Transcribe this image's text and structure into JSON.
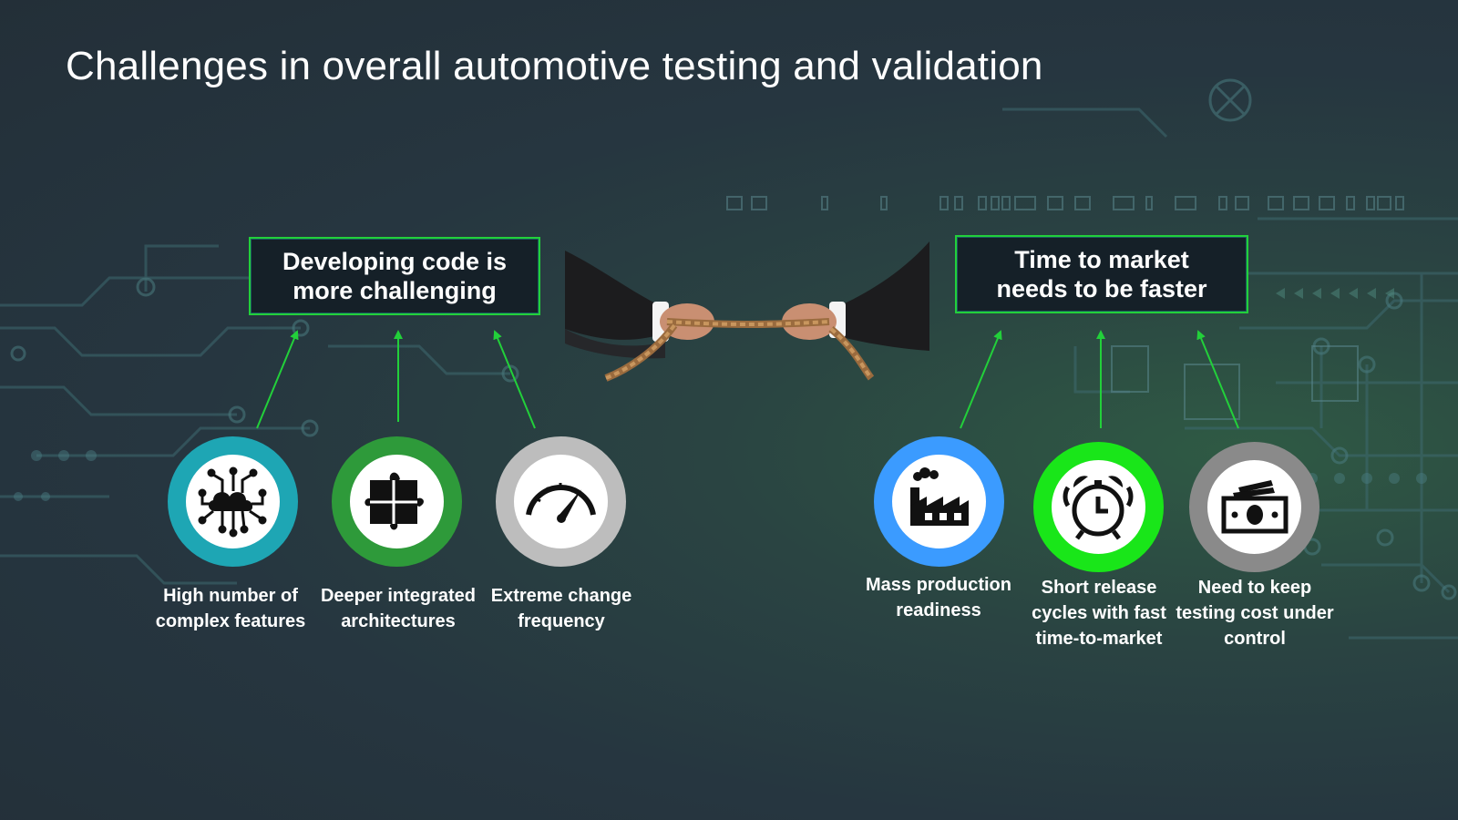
{
  "title": "Challenges in overall automotive testing and validation",
  "colors": {
    "arrow_green": "#22d03a",
    "teal": "#1ea6b4",
    "green": "#2e9a3a",
    "gray": "#bdbdbd",
    "blue": "#3b9bff",
    "bright_green": "#19e619",
    "dark_gray": "#8a8a8a"
  },
  "groups": [
    {
      "heading": "Developing code is more challenging",
      "items": [
        {
          "label": "High number of complex features",
          "icon": "cloud-network-icon",
          "ring": "teal"
        },
        {
          "label": "Deeper integrated architectures",
          "icon": "puzzle-icon",
          "ring": "green"
        },
        {
          "label": "Extreme change frequency",
          "icon": "speedometer-icon",
          "ring": "gray"
        }
      ]
    },
    {
      "heading": "Time to market needs to be faster",
      "items": [
        {
          "label": "Mass production readiness",
          "icon": "factory-icon",
          "ring": "blue"
        },
        {
          "label": "Short release cycles with fast time-to-market",
          "icon": "alarm-clock-icon",
          "ring": "bright_green"
        },
        {
          "label": "Need to keep testing cost under control",
          "icon": "money-icon",
          "ring": "dark_gray"
        }
      ]
    }
  ],
  "center_image": "tug-of-war-hands-icon"
}
